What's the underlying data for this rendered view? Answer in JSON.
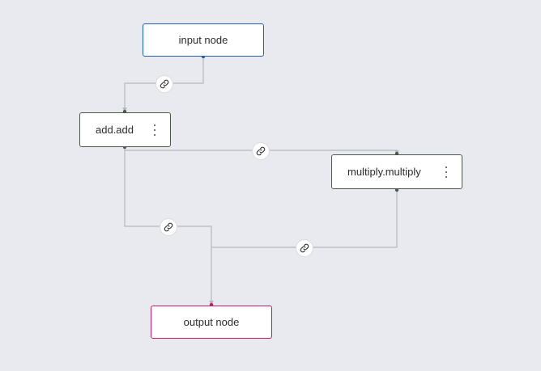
{
  "nodes": {
    "input": {
      "label": "input node"
    },
    "add": {
      "label": "add.add"
    },
    "multiply": {
      "label": "multiply.multiply"
    },
    "output": {
      "label": "output node"
    }
  },
  "icons": {
    "edge_badge": "link-icon",
    "node_menu": "more-vertical-icon"
  },
  "colors": {
    "canvas": "#e8eaf0",
    "edge": "#b5b8bf",
    "input_border": "#1f5fae",
    "output_border": "#c4186a",
    "node_border": "#4a5a4a"
  }
}
